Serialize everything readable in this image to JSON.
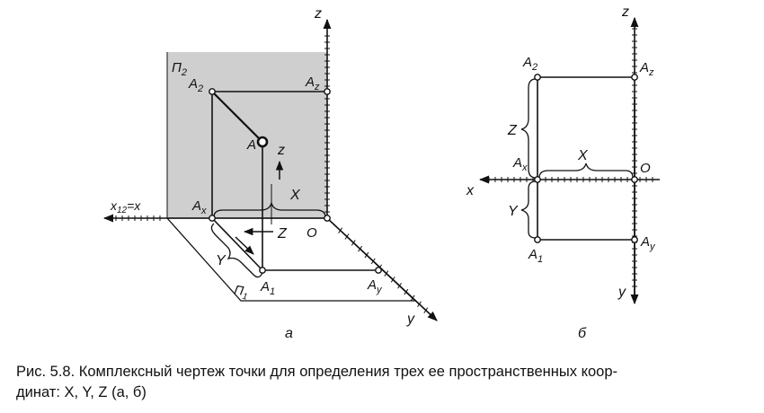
{
  "diagram_a": {
    "plane_v": "П",
    "plane_v_sub": "2",
    "plane_h": "П",
    "plane_h_sub": "1",
    "z_axis": "z",
    "y_axis": "y",
    "x_axis": "x",
    "x_axis_sub": "12",
    "x_axis_suffix": "=x",
    "a2": "A",
    "a2_sub": "2",
    "az": "A",
    "az_sub": "z",
    "a": "A",
    "ax": "A",
    "ax_sub": "x",
    "o": "O",
    "a1": "A",
    "a1_sub": "1",
    "ay": "A",
    "ay_sub": "y",
    "arrow_z": "z",
    "dim_x": "X",
    "dim_y": "Y",
    "dim_z": "Z",
    "caption_letter": "а"
  },
  "diagram_b": {
    "z_axis": "z",
    "y_axis": "y",
    "x_axis": "x",
    "a2": "A",
    "a2_sub": "2",
    "az": "A",
    "az_sub": "z",
    "ax": "A",
    "ax_sub": "x",
    "o": "O",
    "a1": "A",
    "a1_sub": "1",
    "ay": "A",
    "ay_sub": "y",
    "dim_x": "X",
    "dim_y": "Y",
    "dim_z": "Z",
    "caption_letter": "б"
  },
  "caption": {
    "line1": "Рис. 5.8. Комплексный чертеж точки для определения трех ее пространственных коор-",
    "line2": "динат: X, Y, Z (а, б)"
  }
}
